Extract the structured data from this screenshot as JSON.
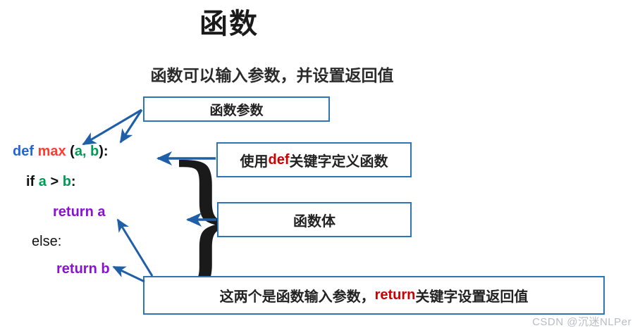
{
  "slide": {
    "title": "函数",
    "subtitle": "函数可以输入参数，并设置返回值",
    "watermark": "CSDN @沉迷NLPer"
  },
  "colors": {
    "keyword_def": "#2266DD",
    "function_name": "#FF3B30",
    "variable": "#009B55",
    "keyword_return": "#8A12D4",
    "callout_border": "#2E75B6",
    "arrow": "#1F5FA8",
    "highlight_red": "#CC0000",
    "brace": "#1A1A1A"
  },
  "code": {
    "language": "python",
    "lines": [
      {
        "id": "def-line",
        "indent": 0,
        "text": "def max (a, b):",
        "tokens": [
          {
            "t": "def",
            "c": "keyword_def"
          },
          {
            "t": " ",
            "c": "plain"
          },
          {
            "t": "max",
            "c": "function_name"
          },
          {
            "t": " (",
            "c": "plain"
          },
          {
            "t": "a, b",
            "c": "variable"
          },
          {
            "t": "):",
            "c": "plain"
          }
        ]
      },
      {
        "id": "if-line",
        "indent": 1,
        "text": "if a > b:",
        "tokens": [
          {
            "t": "if ",
            "c": "plain"
          },
          {
            "t": "a",
            "c": "variable"
          },
          {
            "t": " > ",
            "c": "plain"
          },
          {
            "t": "b",
            "c": "variable"
          },
          {
            "t": ":",
            "c": "plain"
          }
        ]
      },
      {
        "id": "return-a-line",
        "indent": 2,
        "text": "return a",
        "tokens": [
          {
            "t": "return a",
            "c": "keyword_return"
          }
        ]
      },
      {
        "id": "else-line",
        "indent": 1,
        "text": "else:",
        "tokens": [
          {
            "t": "else:",
            "c": "plain"
          }
        ]
      },
      {
        "id": "return-b-line",
        "indent": 2,
        "text": "return b",
        "tokens": [
          {
            "t": "return b",
            "c": "keyword_return"
          }
        ]
      }
    ],
    "tokens": {
      "def_kw": "def",
      "space1": " ",
      "fn_name": "max",
      "open_paren": " (",
      "args": "a, b",
      "close_paren": "):",
      "if_kw": "if ",
      "if_a": "a",
      "gt": " > ",
      "if_b": "b",
      "colon": ":",
      "return_a": "return a",
      "else_kw": "else:",
      "return_b": "return b"
    }
  },
  "callouts": [
    {
      "id": "function-params",
      "text": "函数参数",
      "points_to": [
        "a",
        "b"
      ]
    },
    {
      "id": "def-keyword",
      "prefix": "使用 ",
      "keyword": "def",
      "suffix": " 关键字定义函数",
      "points_to": [
        "def-line"
      ]
    },
    {
      "id": "function-body",
      "text": "函数体",
      "points_to": [
        "brace"
      ]
    },
    {
      "id": "return-keyword",
      "prefix": "这两个是函数输入参数，",
      "keyword": "return",
      "suffix": " 关键字设置返回值",
      "points_to": [
        "return-a-line",
        "return-b-line"
      ]
    }
  ],
  "brace": {
    "glyph": "}",
    "spans": "函数体 (if / return a / else / return b)"
  }
}
